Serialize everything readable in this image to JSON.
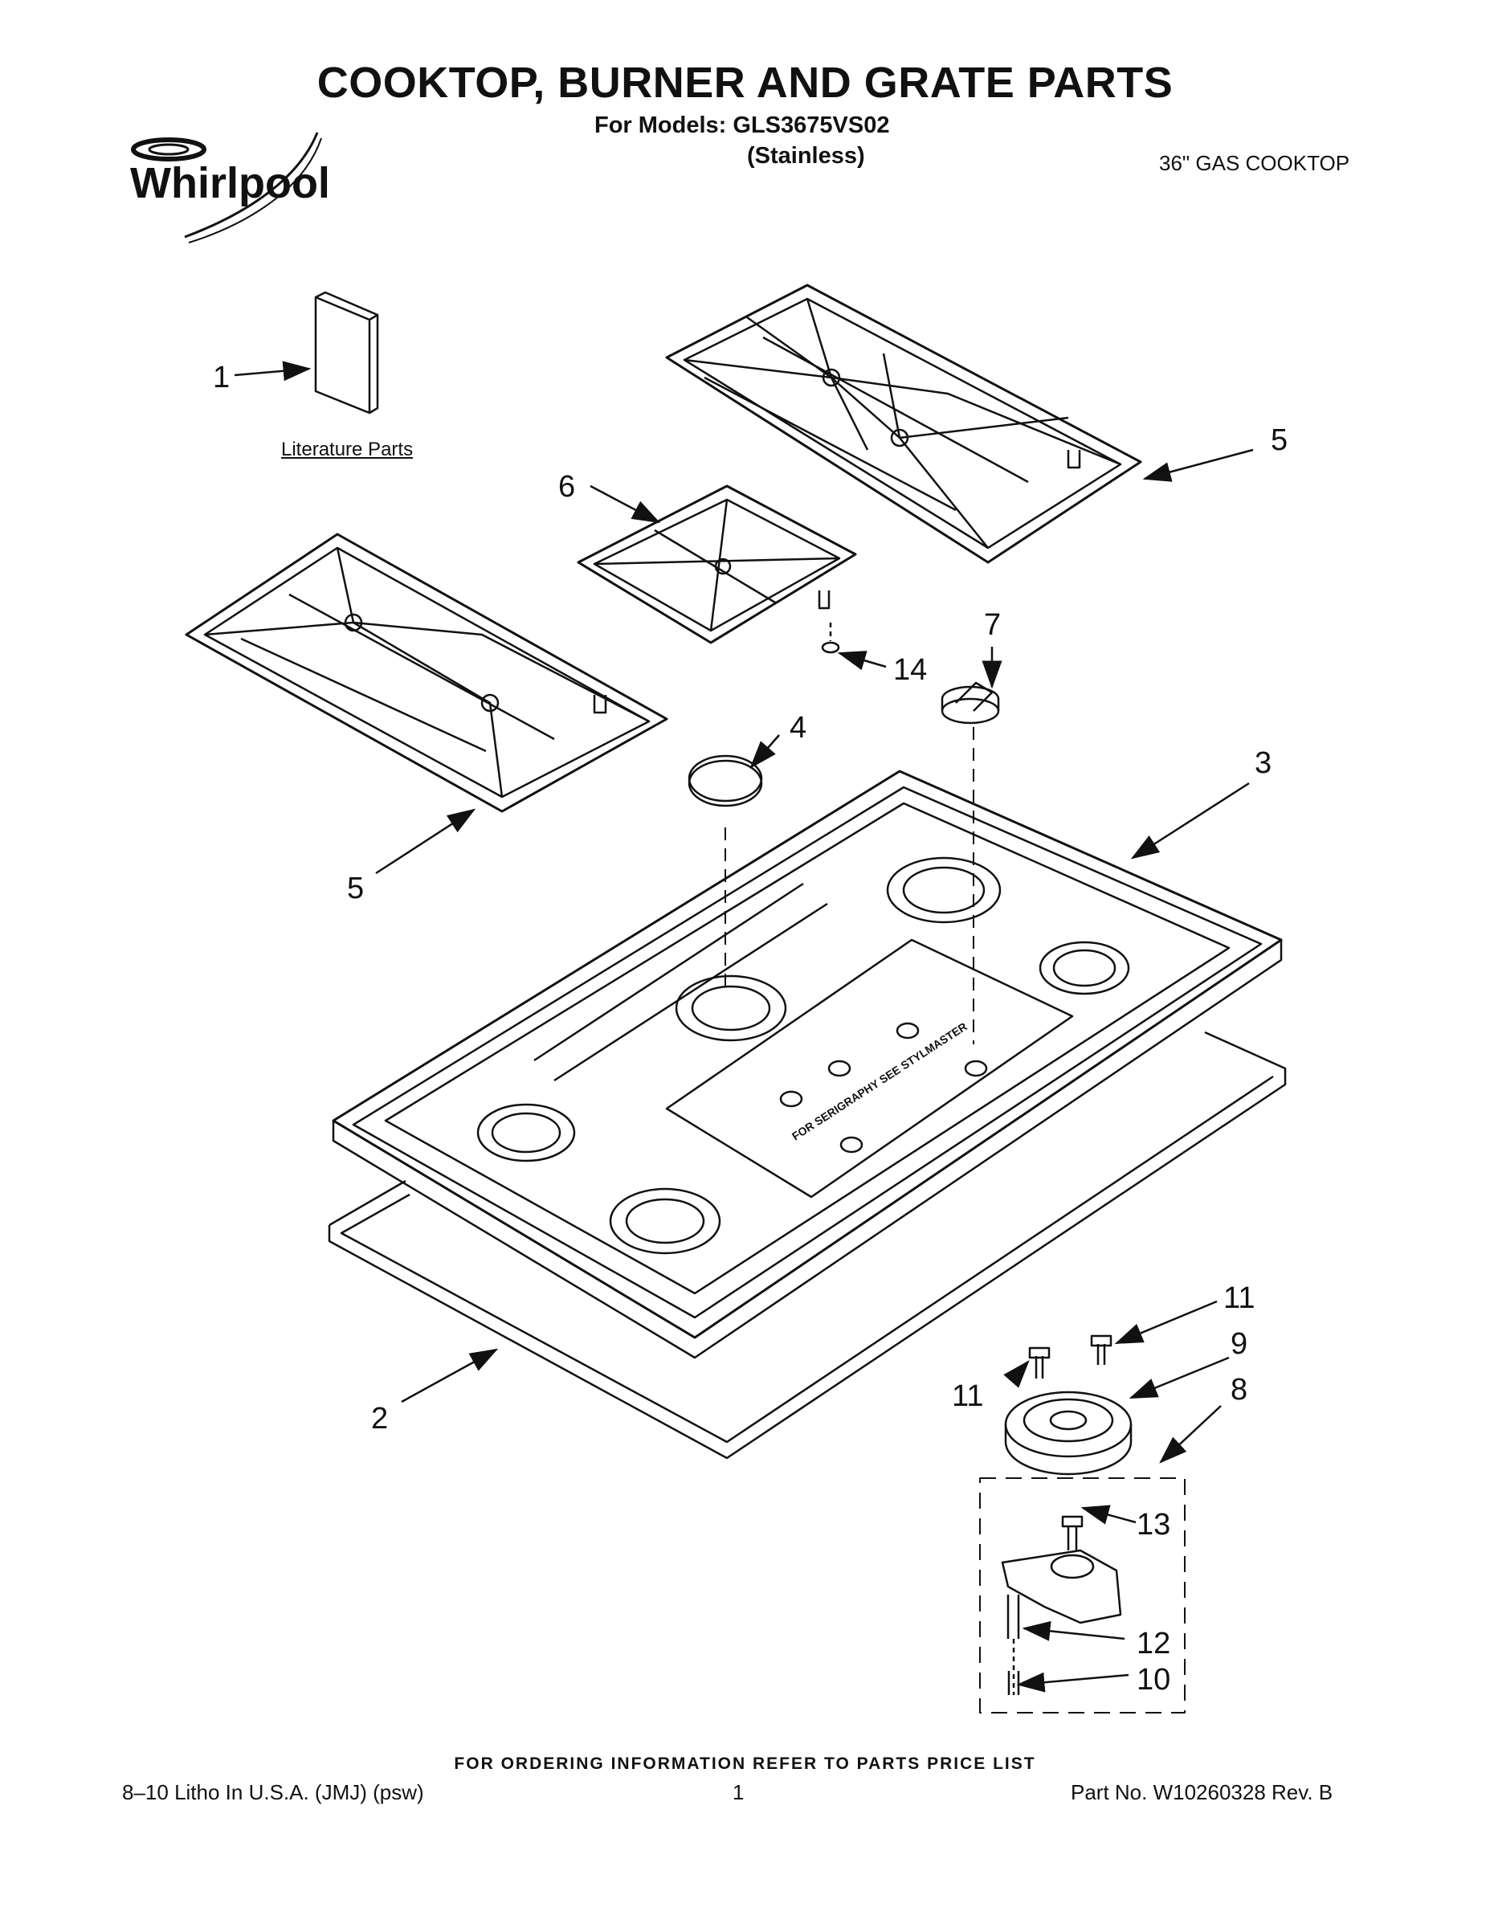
{
  "header": {
    "title": "COOKTOP, BURNER AND GRATE PARTS",
    "models_line": "For Models: GLS3675VS02",
    "models_variant": "(Stainless)",
    "product": "36\" GAS COOKTOP",
    "brand_logo_text": "Whirlpool"
  },
  "diagram": {
    "literature_label": "Literature Parts",
    "cooktop_print": "FOR SERIGRAPHY SEE STYLMASTER",
    "callouts": [
      "1",
      "5",
      "6",
      "5",
      "14",
      "7",
      "4",
      "3",
      "2",
      "11",
      "9",
      "11",
      "8",
      "13",
      "12",
      "10"
    ]
  },
  "footer": {
    "ordering_info": "FOR ORDERING INFORMATION REFER TO PARTS PRICE LIST",
    "left": "8–10 Litho In U.S.A. (JMJ) (psw)",
    "page": "1",
    "part_no": "Part No. W10260328 Rev. B"
  },
  "colors": {
    "ink": "#111111",
    "paper": "#ffffff"
  }
}
